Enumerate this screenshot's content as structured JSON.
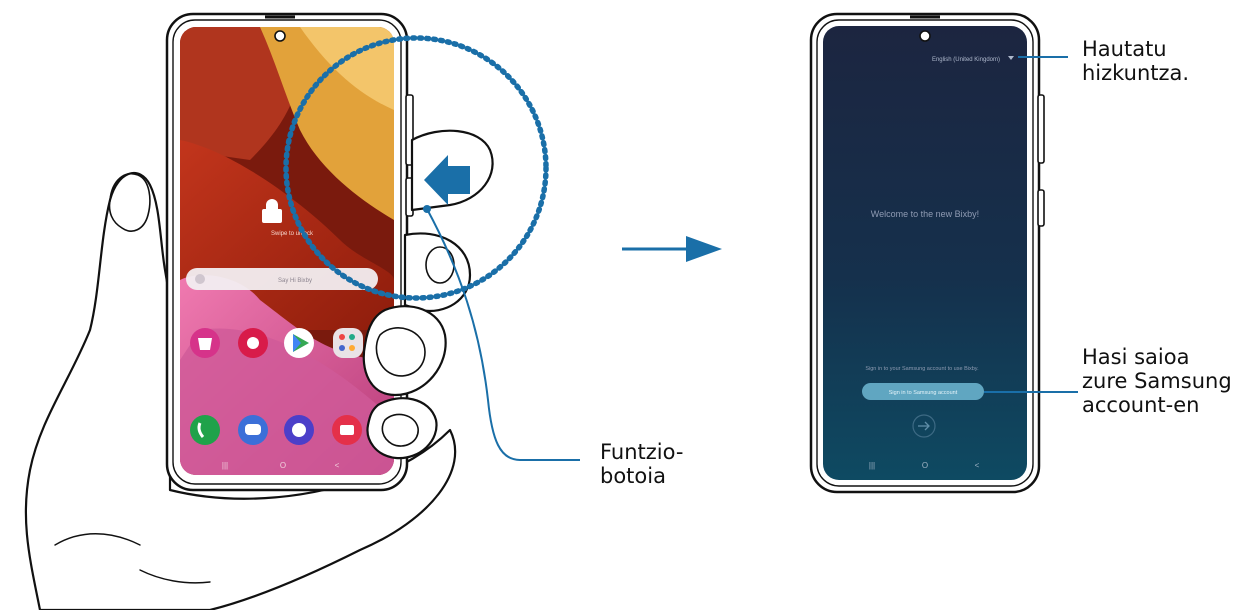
{
  "callouts": {
    "side_key": "Funtzio-\nbotoia",
    "select_language": "Hautatu\nhizkuntza.",
    "sign_in": "Hasi saioa\nzure Samsung\naccount-en"
  },
  "bixby_screen": {
    "language": "English (United Kingdom)",
    "welcome": "Welcome to the new Bixby!",
    "sign_in_prompt": "Sign in to your Samsung account to use Bixby.",
    "sign_in_button": "Sign in to Samsung account",
    "nav": [
      "|||",
      "O",
      "<"
    ]
  },
  "home_screen": {
    "unlock_hint": "Swipe to unlock",
    "search_placeholder": "Say Hi Bixby",
    "nav": [
      "|||",
      "O",
      "<"
    ]
  },
  "colors": {
    "accent_blue": "#1a6fa8",
    "bixby_bg_top": "#1c2540",
    "bixby_bg_bottom": "#0e4a62",
    "callout_line": "#1a6fa8"
  }
}
